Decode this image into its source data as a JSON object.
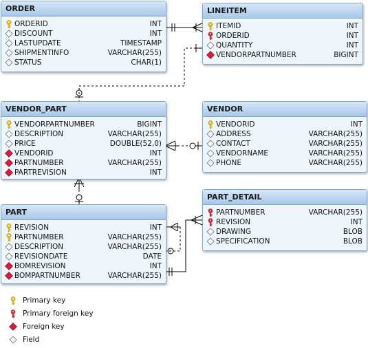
{
  "entities": {
    "order": {
      "title": "ORDER",
      "columns": [
        {
          "name": "ORDERID",
          "type": "INT",
          "icon": "primary-key-icon"
        },
        {
          "name": "DISCOUNT",
          "type": "INT",
          "icon": "field-icon"
        },
        {
          "name": "LASTUPDATE",
          "type": "TIMESTAMP",
          "icon": "field-icon"
        },
        {
          "name": "SHIPMENTINFO",
          "type": "VARCHAR(255)",
          "icon": "field-icon"
        },
        {
          "name": "STATUS",
          "type": "CHAR(1)",
          "icon": "field-icon"
        }
      ]
    },
    "lineitem": {
      "title": "LINEITEM",
      "columns": [
        {
          "name": "ITEMID",
          "type": "INT",
          "icon": "primary-key-icon"
        },
        {
          "name": "ORDERID",
          "type": "INT",
          "icon": "primary-foreign-key-icon"
        },
        {
          "name": "QUANTITY",
          "type": "INT",
          "icon": "field-icon"
        },
        {
          "name": "VENDORPARTNUMBER",
          "type": "BIGINT",
          "icon": "foreign-key-icon"
        }
      ]
    },
    "vendor_part": {
      "title": "VENDOR_PART",
      "columns": [
        {
          "name": "VENDORPARTNUMBER",
          "type": "BIGINT",
          "icon": "primary-key-icon"
        },
        {
          "name": "DESCRIPTION",
          "type": "VARCHAR(255)",
          "icon": "field-icon"
        },
        {
          "name": "PRICE",
          "type": "DOUBLE(52,0)",
          "icon": "field-icon"
        },
        {
          "name": "VENDORID",
          "type": "INT",
          "icon": "foreign-key-icon"
        },
        {
          "name": "PARTNUMBER",
          "type": "VARCHAR(255)",
          "icon": "foreign-key-icon"
        },
        {
          "name": "PARTREVISION",
          "type": "INT",
          "icon": "foreign-key-icon"
        }
      ]
    },
    "vendor": {
      "title": "VENDOR",
      "columns": [
        {
          "name": "VENDORID",
          "type": "INT",
          "icon": "primary-key-icon"
        },
        {
          "name": "ADDRESS",
          "type": "VARCHAR(255)",
          "icon": "field-icon"
        },
        {
          "name": "CONTACT",
          "type": "VARCHAR(255)",
          "icon": "field-icon"
        },
        {
          "name": "VENDORNAME",
          "type": "VARCHAR(255)",
          "icon": "field-icon"
        },
        {
          "name": "PHONE",
          "type": "VARCHAR(255)",
          "icon": "field-icon"
        }
      ]
    },
    "part": {
      "title": "PART",
      "columns": [
        {
          "name": "REVISION",
          "type": "INT",
          "icon": "primary-key-icon"
        },
        {
          "name": "PARTNUMBER",
          "type": "VARCHAR(255)",
          "icon": "primary-key-icon"
        },
        {
          "name": "DESCRIPTION",
          "type": "VARCHAR(255)",
          "icon": "field-icon"
        },
        {
          "name": "REVISIONDATE",
          "type": "DATE",
          "icon": "field-icon"
        },
        {
          "name": "BOMREVISION",
          "type": "INT",
          "icon": "foreign-key-icon"
        },
        {
          "name": "BOMPARTNUMBER",
          "type": "VARCHAR(255)",
          "icon": "foreign-key-icon"
        }
      ]
    },
    "part_detail": {
      "title": "PART_DETAIL",
      "columns": [
        {
          "name": "PARTNUMBER",
          "type": "VARCHAR(255)",
          "icon": "primary-foreign-key-icon"
        },
        {
          "name": "REVISION",
          "type": "INT",
          "icon": "primary-foreign-key-icon"
        },
        {
          "name": "DRAWING",
          "type": "BLOB",
          "icon": "field-icon"
        },
        {
          "name": "SPECIFICATION",
          "type": "BLOB",
          "icon": "field-icon"
        }
      ]
    }
  },
  "legend": [
    {
      "label": "Primary key",
      "icon": "primary-key-icon"
    },
    {
      "label": "Primary foreign key",
      "icon": "primary-foreign-key-icon"
    },
    {
      "label": "Foreign key",
      "icon": "foreign-key-icon"
    },
    {
      "label": "Field",
      "icon": "field-icon"
    }
  ],
  "colors": {
    "primary_key": "#e8c020",
    "primary_foreign_key": "#d81e3c",
    "foreign_key": "#d81e3c",
    "field": "#ffffff",
    "header": "#a8c8e8",
    "border": "#7fa9cc",
    "line": "#000000"
  }
}
